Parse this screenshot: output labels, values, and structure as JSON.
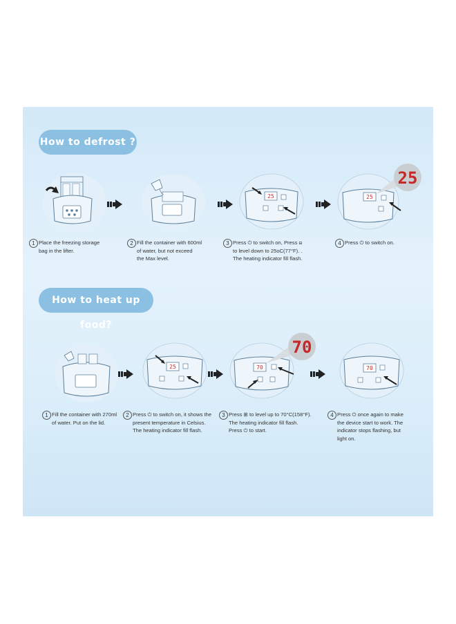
{
  "sections": [
    {
      "title": "How to defrost ?",
      "steps": [
        {
          "num": "1",
          "text": "Place the freezing storage\nbag in the lifter."
        },
        {
          "num": "2",
          "text": "Fill the container with 600ml\nof water, but not exceed\nthe Max level."
        },
        {
          "num": "3",
          "text": "Press ⏻ to switch on, Press ⊟\nto level down to 25oC(77°F). .\nThe heating indicator fill flash."
        },
        {
          "num": "4",
          "text": "Press ⏻ to switch on."
        }
      ],
      "display_values": {
        "step3": "25",
        "step4": "25",
        "zoom": "25"
      }
    },
    {
      "title": "How to heat up food?",
      "steps": [
        {
          "num": "1",
          "text": "Fill the container with 270ml\nof water. Put on the lid."
        },
        {
          "num": "2",
          "text": "Press ⏻ to switch on, it shows the\npresent temperature in Celsius.\nThe heating indicator fill flash."
        },
        {
          "num": "3",
          "text": "Press ⊞ to level up to 70°C(158°F).\nThe heating indicator fill flash.\nPress ⏻ to start."
        },
        {
          "num": "4",
          "text": "Press ⏻ once again to make\nthe device start to work. The\nindicator stops flashing, but\nlight on."
        }
      ],
      "display_values": {
        "step2": "25",
        "step3": "70",
        "step4": "70",
        "zoom": "70"
      }
    }
  ],
  "colors": {
    "pill": "#8cc0e3",
    "led": "#c62828",
    "device": "#5a7d99"
  }
}
